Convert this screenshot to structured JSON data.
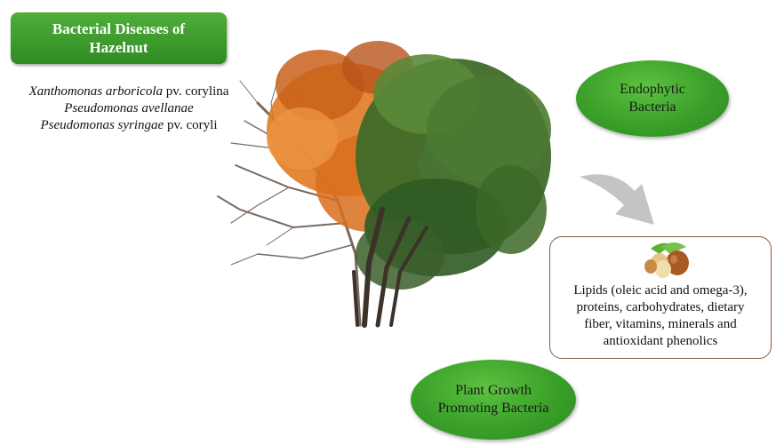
{
  "title_box": {
    "line1": "Bacterial Diseases of",
    "line2": "Hazelnut"
  },
  "pathogens": [
    {
      "name": "Xanthomonas arboricola",
      "suffix": " pv. corylina"
    },
    {
      "name": "Pseudomonas avellanae",
      "suffix": ""
    },
    {
      "name": "Pseudomonas syringae",
      "suffix": " pv. coryli"
    }
  ],
  "endophytic": {
    "line1": "Endophytic",
    "line2": "Bacteria"
  },
  "pgpb": {
    "line1": "Plant Growth",
    "line2": "Promoting Bacteria"
  },
  "nutrition": {
    "lines": [
      "Lipids (oleic acid and omega-3),",
      "proteins, carbohydrates, dietary",
      "fiber, vitamins, minerals and",
      "antioxidant phenolics"
    ]
  },
  "colors": {
    "box_green": "#3a9a2b",
    "ellipse_green": "#3aa02a",
    "nut_border": "#8a5a3c",
    "arrow_grey": "#c4c4c4",
    "orange_foliage": "#d9731f",
    "green_foliage": "#3f6b2a"
  },
  "icons": {
    "tree": "hazelnut-tree-illustration",
    "arrow": "curved-arrow",
    "nuts": "hazelnuts-icon"
  }
}
